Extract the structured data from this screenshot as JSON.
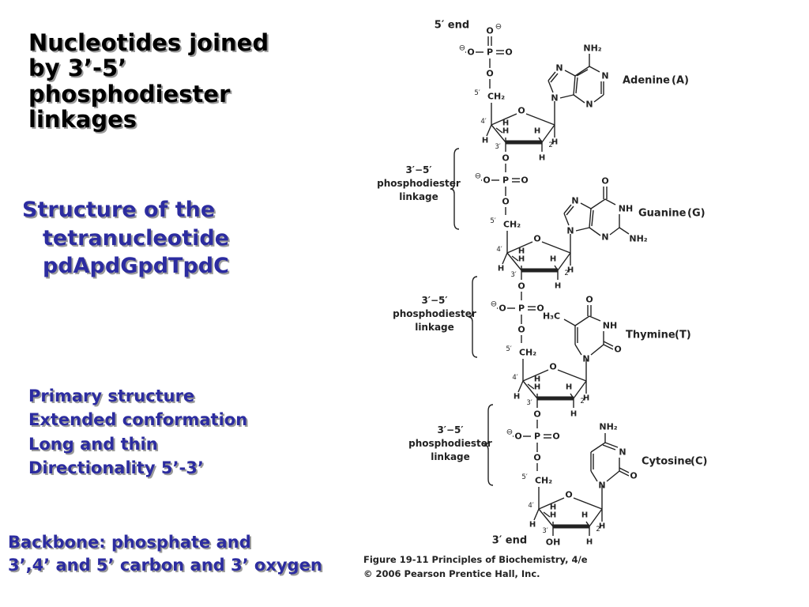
{
  "title_lines": [
    "Nucleotides joined",
    "by 3’-5’",
    "phosphodiester",
    "linkages"
  ],
  "structure_lines": [
    "Structure of the",
    "tetranucleotide",
    "pdApdGpdTpdC"
  ],
  "properties": [
    "Primary structure",
    "Extended conformation",
    "Long and thin",
    "Directionality 5’-3’"
  ],
  "backbone_lines": [
    "Backbone: phosphate and",
    "3’,4’ and 5’ carbon and 3’ oxygen"
  ],
  "figure": {
    "end_5": "5′ end",
    "end_3": "3′ end",
    "bases": [
      "Adenine",
      "Guanine",
      "Thymine",
      "Cytosine"
    ],
    "base_letters": [
      "A",
      "G",
      "T",
      "C"
    ],
    "linkage_top": "3′−5′",
    "linkage_mid": "phosphodiester",
    "linkage_bot": "linkage",
    "atoms": {
      "O": "O",
      "P": "P",
      "H": "H",
      "N": "N",
      "NH": "NH",
      "NH2": "NH₂",
      "CH2": "CH₂",
      "H3C": "H₃C",
      "OH": "OH",
      "minus": "⊖"
    },
    "primes": {
      "p2": "2′",
      "p3": "3′",
      "p4": "4′",
      "p5": "5′"
    },
    "caption_line1": "Figure 19-11  Principles of Biochemistry, 4/e",
    "caption_line2": "© 2006 Pearson Prentice Hall, Inc."
  }
}
